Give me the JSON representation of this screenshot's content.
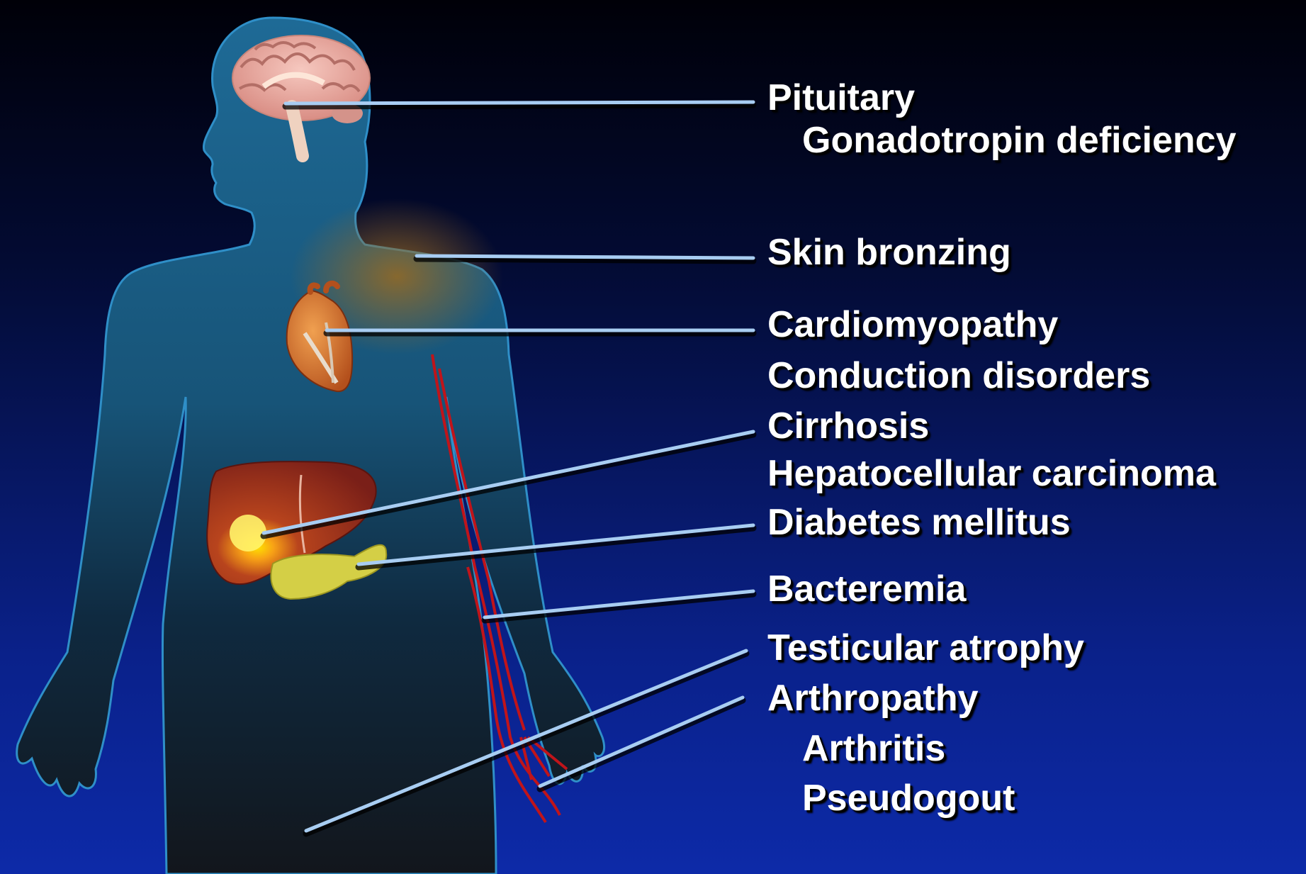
{
  "labels": {
    "pituitary": "Pituitary",
    "gonadotropin": "Gonadotropin deficiency",
    "skin": "Skin bronzing",
    "cardiomyopathy": "Cardiomyopathy",
    "conduction": "Conduction disorders",
    "cirrhosis": "Cirrhosis",
    "hcc": "Hepatocellular carcinoma",
    "diabetes": "Diabetes mellitus",
    "bacteremia": "Bacteremia",
    "testicular": "Testicular atrophy",
    "arthropathy": "Arthropathy",
    "arthritis": "Arthritis",
    "pseudogout": "Pseudogout"
  },
  "colors": {
    "leader_line": "#a8cdf2",
    "body_silhouette": "#1b5b88",
    "label_text": "#ffffff"
  }
}
